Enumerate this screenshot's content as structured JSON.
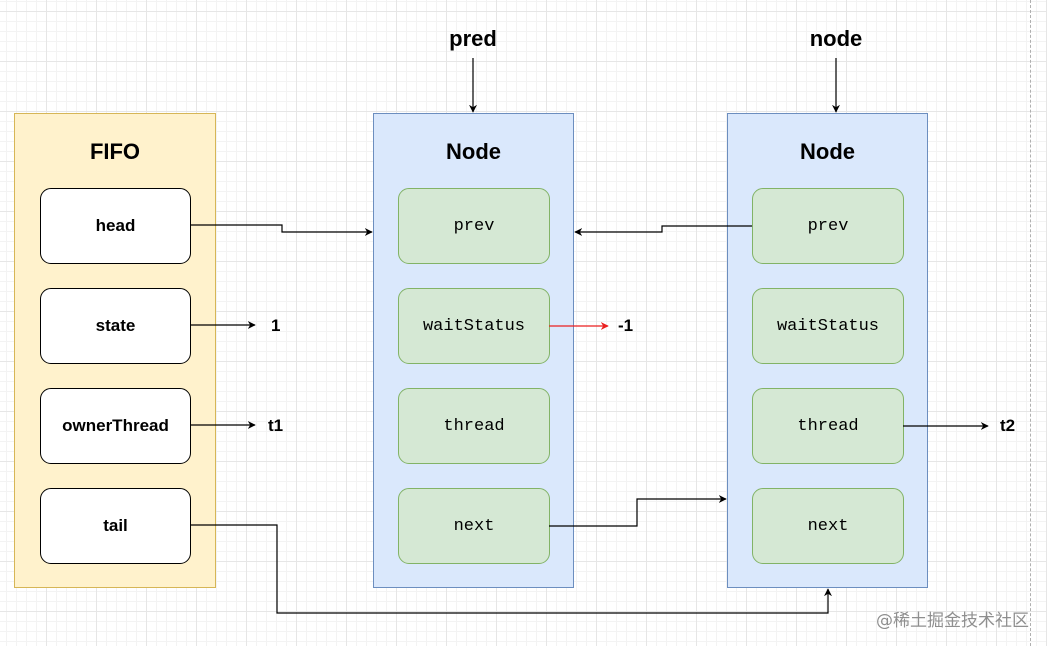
{
  "fifo": {
    "title": "FIFO",
    "fields": [
      "head",
      "state",
      "ownerThread",
      "tail"
    ]
  },
  "nodes": [
    {
      "title": "Node",
      "pointer_label": "pred",
      "fields": [
        "prev",
        "waitStatus",
        "thread",
        "next"
      ]
    },
    {
      "title": "Node",
      "pointer_label": "node",
      "fields": [
        "prev",
        "waitStatus",
        "thread",
        "next"
      ]
    }
  ],
  "values": {
    "state": "1",
    "owner_thread": "t1",
    "wait_status": "-1",
    "node_thread": "t2"
  },
  "colors": {
    "fifo_fill": "#fff2cc",
    "fifo_border": "#d6b656",
    "node_fill": "#dae8fc",
    "node_border": "#6c8ebf",
    "field_fill": "#d5e8d4",
    "field_border": "#82b366",
    "edge": "#000000",
    "edge_wait_status": "#ea1f1f"
  },
  "watermark": "@稀土掘金技术社区"
}
